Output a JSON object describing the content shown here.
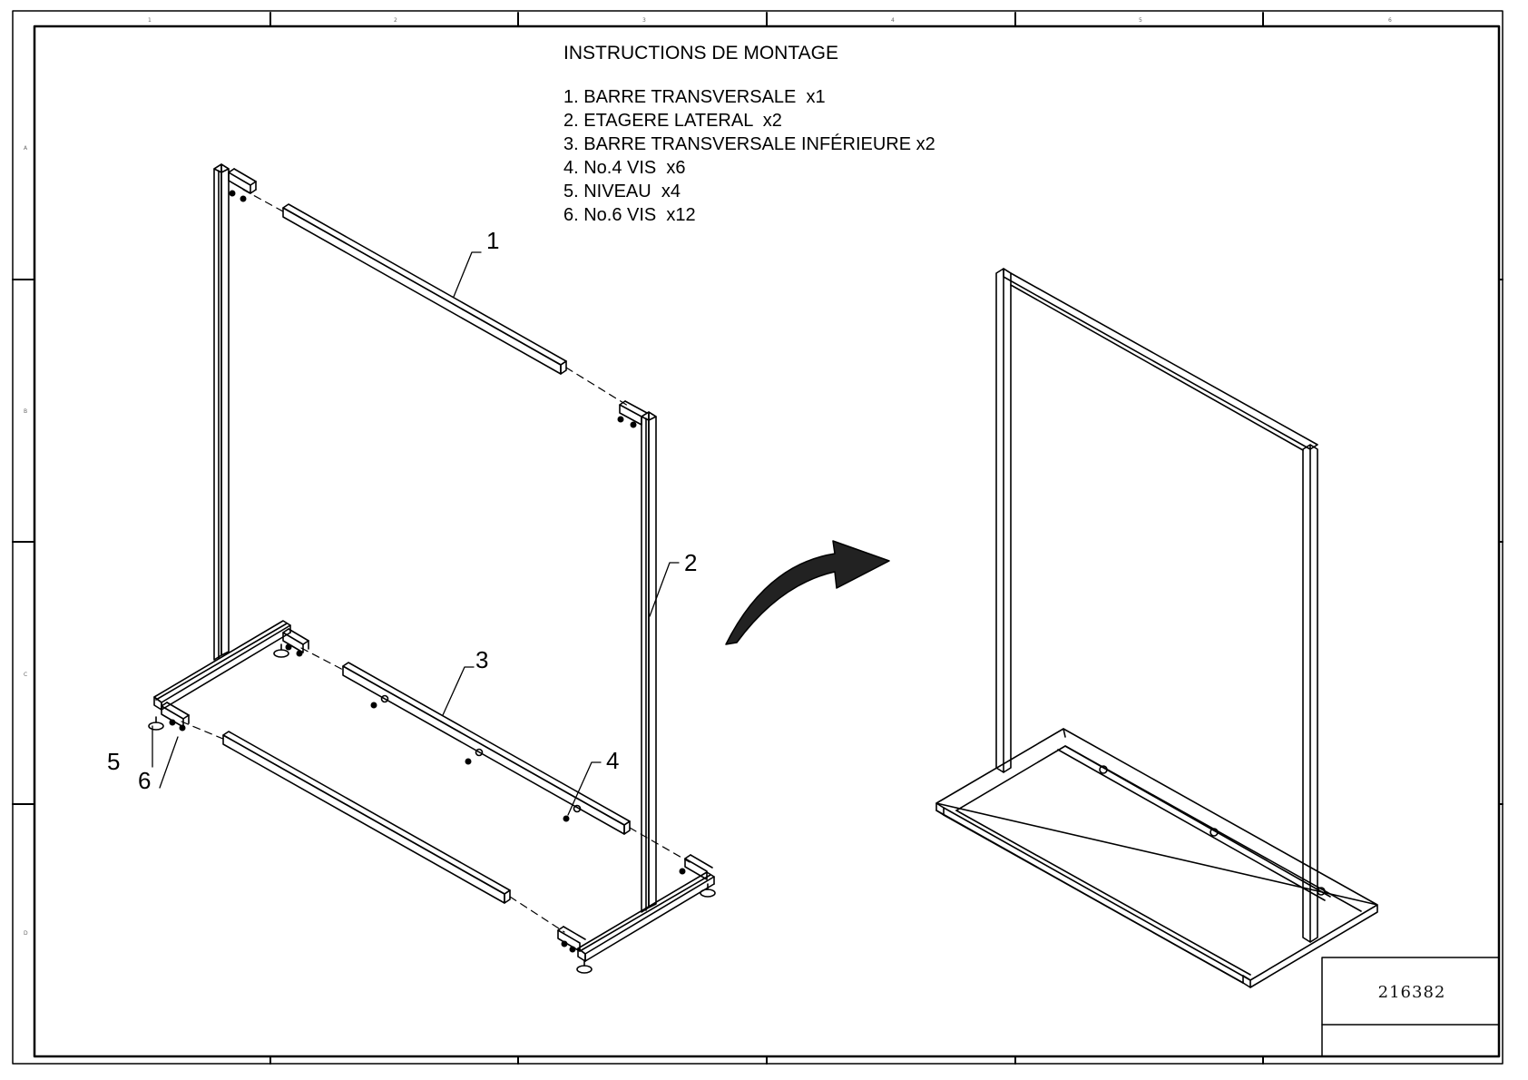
{
  "instructions": {
    "title": "INSTRUCTIONS DE MONTAGE",
    "parts": [
      "1. BARRE TRANSVERSALE  x1",
      "2. ETAGERE LATERAL  x2",
      "3. BARRE TRANSVERSALE INFÉRIEURE x2",
      "4. No.4 VIS  x6",
      "5. NIVEAU  x4",
      "6. No.6 VIS  x12"
    ]
  },
  "callouts": [
    "1",
    "2",
    "3",
    "4",
    "5",
    "6"
  ],
  "title_block": {
    "part_number": "216382"
  },
  "frame_zones": {
    "columns": [
      "1",
      "2",
      "3",
      "4",
      "5",
      "6"
    ],
    "rows": [
      "A",
      "B",
      "C",
      "D"
    ]
  }
}
